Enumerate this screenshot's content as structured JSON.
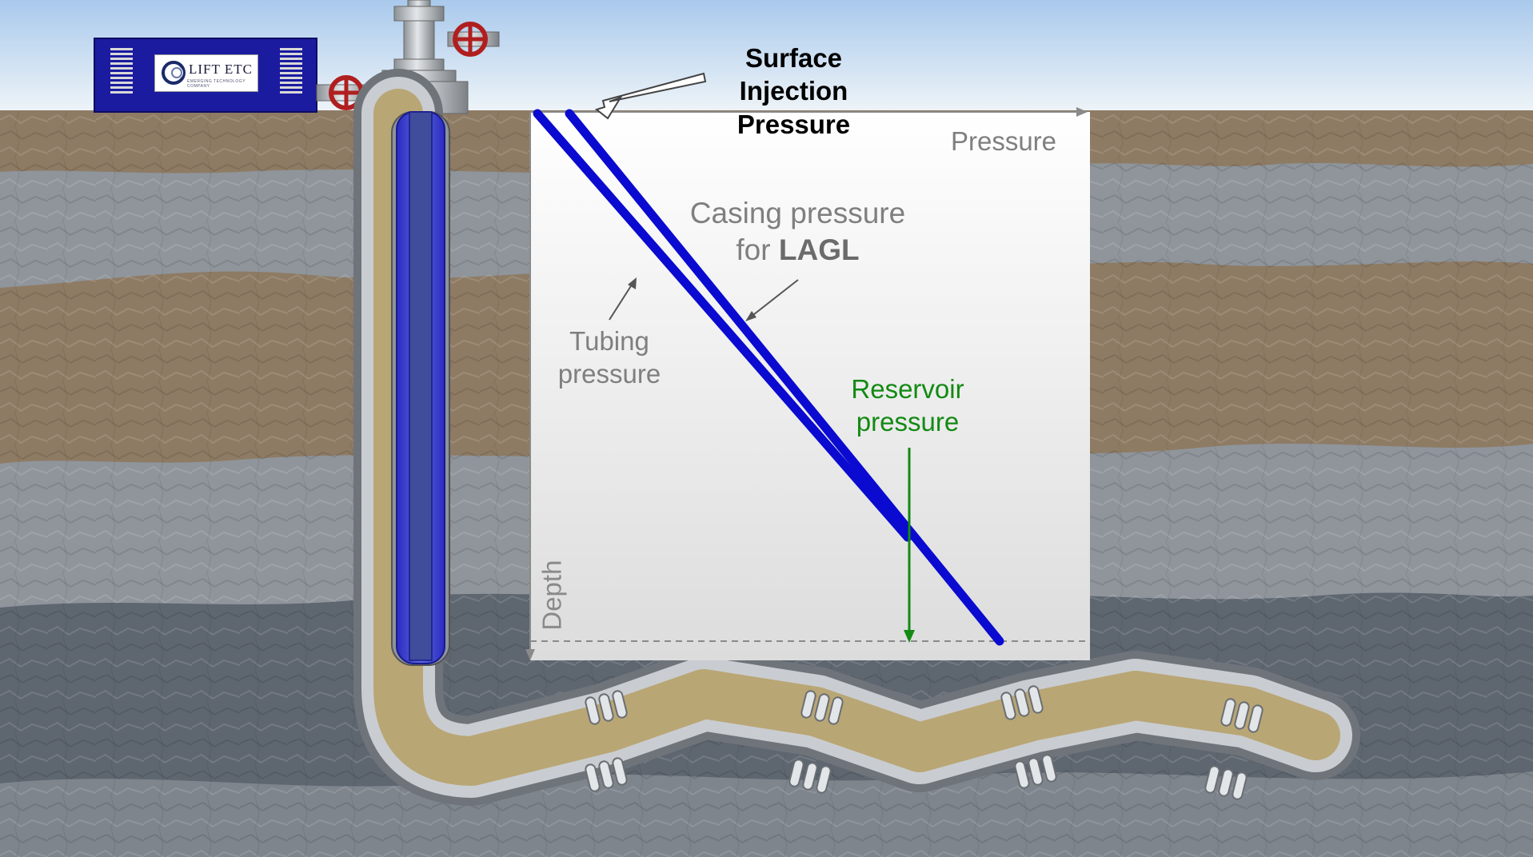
{
  "labels": {
    "surface_line1": "Surface",
    "surface_line2": "Injection",
    "surface_line3": "Pressure",
    "pressure_axis": "Pressure",
    "depth_axis": "Depth",
    "casing_line1": "Casing pressure",
    "casing_line2_prefix": "for ",
    "casing_line2_bold": "LAGL",
    "tubing_line1": "Tubing",
    "tubing_line2": "pressure",
    "reservoir_line1": "Reservoir",
    "reservoir_line2": "pressure"
  },
  "logo": {
    "brand": "LIFT ETC",
    "tagline": "EMERGING TECHNOLOGY COMPANY"
  },
  "colors": {
    "pressure_lines": "#0a0ad0",
    "reservoir": "#138a13",
    "axis_gray": "#8a8a8a",
    "sky_top": "#a9c9ec",
    "sky_bottom": "#eef4f8",
    "rock_brown": "#8e7b64",
    "rock_gray": "#8f959b",
    "rock_dark": "#5e6670",
    "fluid": "#b9a675",
    "valve_red": "#b01f1f",
    "skid_blue": "#1b1ba0"
  },
  "icons": [
    "handwheel-valve-icon",
    "wellhead-icon",
    "compressor-skid-icon"
  ]
}
